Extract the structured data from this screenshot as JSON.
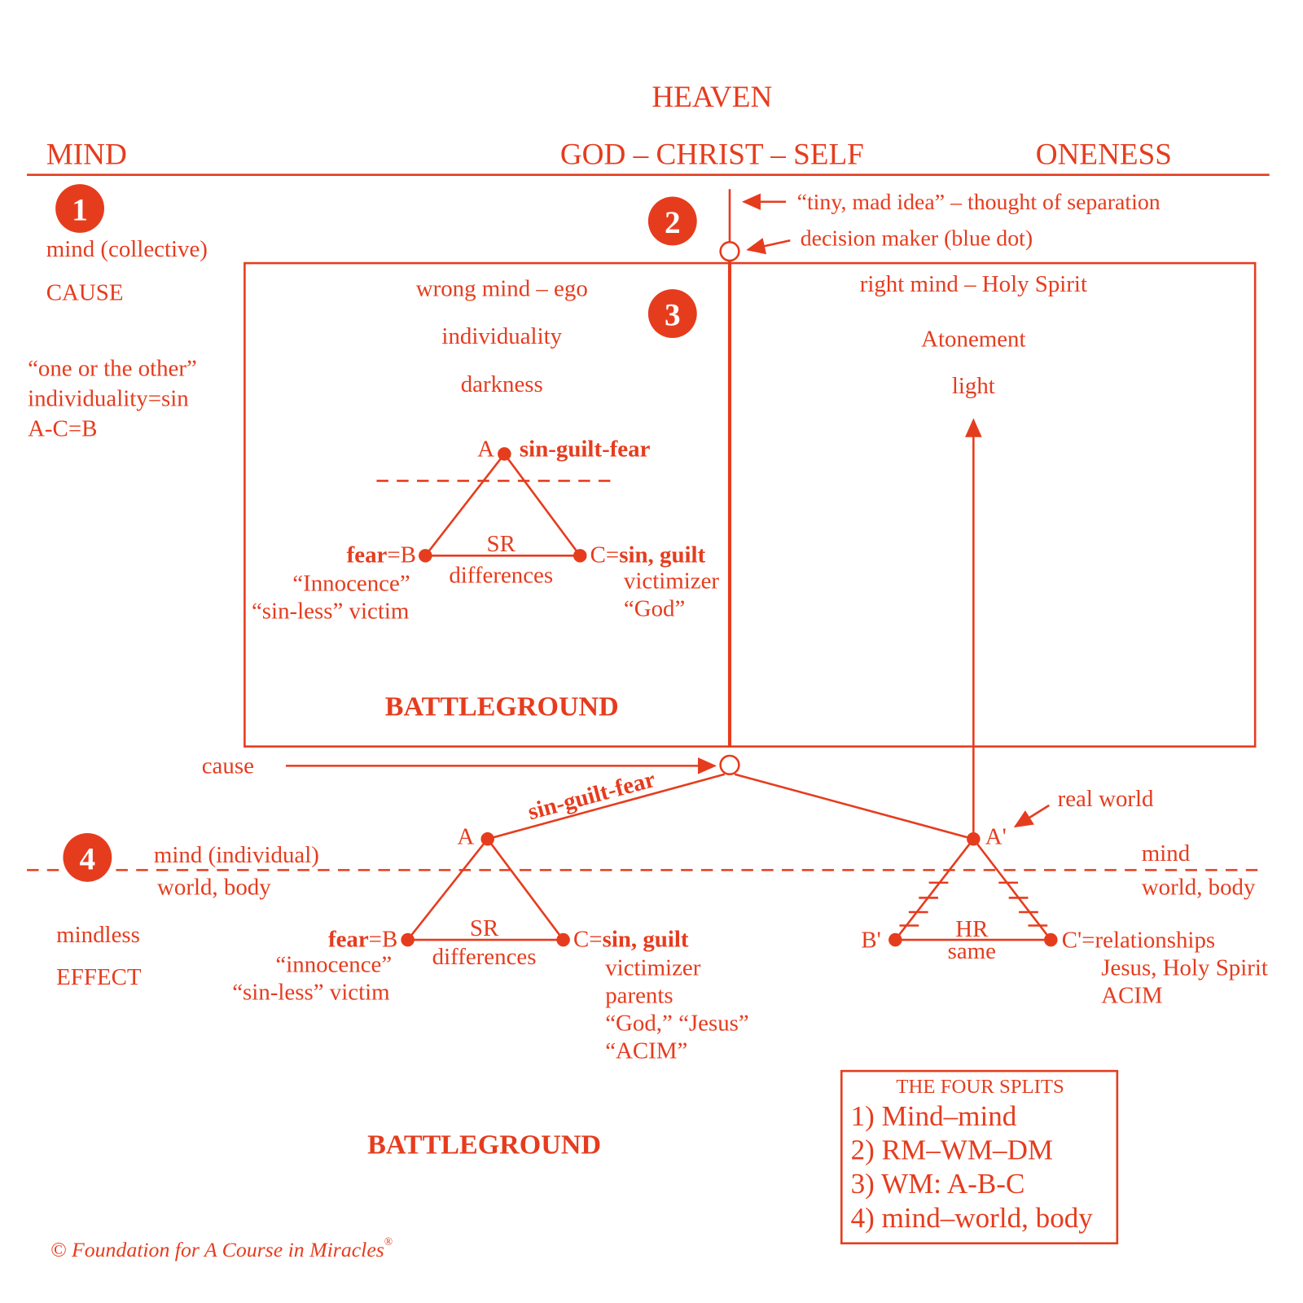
{
  "header": {
    "heaven": "HEAVEN",
    "mind": "MIND",
    "god_christ_self": "GOD – CHRIST – SELF",
    "oneness": "ONENESS"
  },
  "markers": [
    "1",
    "2",
    "3",
    "4"
  ],
  "left_notes": {
    "mind_collective": "mind (collective)",
    "cause": "CAUSE",
    "one_or_other": "“one or the other”",
    "individuality_sin": "individuality=sin",
    "acb": "A-C=B",
    "mind_individual": "mind (individual)",
    "world_body": "world, body",
    "mindless": "mindless",
    "effect": "EFFECT",
    "cause_arrow": "cause"
  },
  "top_notes": {
    "tiny_mad_idea": "“tiny, mad idea” – thought of separation",
    "decision_maker": "decision maker (blue dot)"
  },
  "wrong_mind": {
    "title": "wrong mind – ego",
    "individuality": "individuality",
    "darkness": "darkness"
  },
  "right_mind": {
    "title": "right mind – Holy Spirit",
    "atonement": "Atonement",
    "light": "light"
  },
  "upper_triangle": {
    "a": "A",
    "a_label": "sin-guilt-fear",
    "b_bold": "fear",
    "b_rest": "=B",
    "sr": "SR",
    "differences": "differences",
    "c_pre": "C=",
    "c_bold": "sin, guilt",
    "innocence": "“Innocence”",
    "sinless": "“sin-less” victim",
    "victimizer": "victimizer",
    "god": "“God”"
  },
  "battleground": "BATTLEGROUND",
  "lower_left_triangle": {
    "line_label": "sin-guilt-fear",
    "a": "A",
    "b_bold": "fear",
    "b_rest": "=B",
    "sr": "SR",
    "differences": "differences",
    "c_pre": "C=",
    "c_bold": "sin, guilt",
    "innocence": "“innocence”",
    "sinless": "“sin-less” victim",
    "victimizer": "victimizer",
    "parents": "parents",
    "god_jesus": "“God,” “Jesus”",
    "acim": "“ACIM”"
  },
  "lower_right_triangle": {
    "a": "A'",
    "real_world": "real world",
    "mind": "mind",
    "world_body": "world, body",
    "b": "B'",
    "hr": "HR",
    "same": "same",
    "c": "C'=relationships",
    "jesus_hs": "Jesus, Holy Spirit",
    "acim": "ACIM"
  },
  "four_splits": {
    "title": "THE FOUR SPLITS",
    "items": [
      "1) Mind–mind",
      "2) RM–WM–DM",
      "3) WM: A-B-C",
      "4) mind–world, body"
    ]
  },
  "copyright": {
    "text": "© Foundation for A Course in Miracles",
    "reg": "®"
  },
  "colors": {
    "primary": "#e63c1e"
  }
}
